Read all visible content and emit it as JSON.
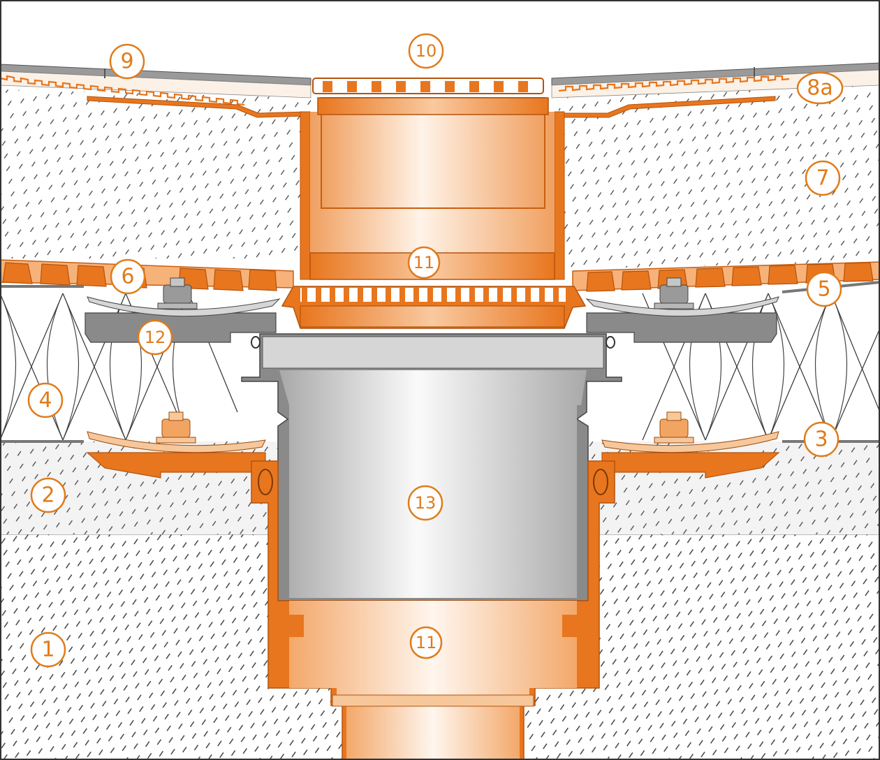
{
  "labels": {
    "l1": "1",
    "l2": "2",
    "l3": "3",
    "l4": "4",
    "l5": "5",
    "l6": "6",
    "l7": "7",
    "l8a": "8a",
    "l9": "9",
    "l10": "10",
    "l11_top": "11",
    "l11_bottom": "11",
    "l12": "12",
    "l13": "13"
  },
  "colors": {
    "orange": "#e8761e",
    "orange_dark": "#c85e10",
    "orange_light": "#f6c79a",
    "grey": "#8a8a8a",
    "grey_light": "#d6d6d6",
    "screed": "#f2f2f2",
    "outline": "#333333",
    "label": "#e07b1a"
  }
}
